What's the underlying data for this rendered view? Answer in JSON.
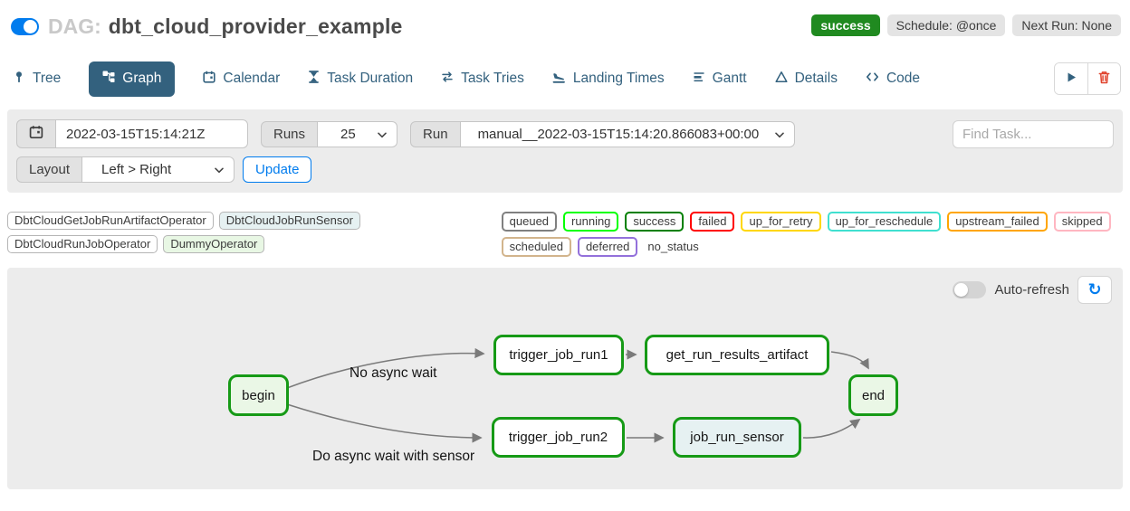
{
  "header": {
    "toggle_state": "on",
    "dag_prefix": "DAG:",
    "dag_title": "dbt_cloud_provider_example",
    "badges": {
      "status": "success",
      "schedule": "Schedule: @once",
      "next_run": "Next Run: None"
    }
  },
  "tabs": [
    {
      "label": "Tree",
      "icon": "tree-pin-icon",
      "active": false
    },
    {
      "label": "Graph",
      "icon": "graph-icon",
      "active": true
    },
    {
      "label": "Calendar",
      "icon": "calendar-icon",
      "active": false
    },
    {
      "label": "Task Duration",
      "icon": "hourglass-icon",
      "active": false
    },
    {
      "label": "Task Tries",
      "icon": "repeat-icon",
      "active": false
    },
    {
      "label": "Landing Times",
      "icon": "plane-landing-icon",
      "active": false
    },
    {
      "label": "Gantt",
      "icon": "gantt-bars-icon",
      "active": false
    },
    {
      "label": "Details",
      "icon": "triangle-icon",
      "active": false
    },
    {
      "label": "Code",
      "icon": "code-brackets-icon",
      "active": false
    }
  ],
  "toolbar": {
    "play_icon": "play-icon",
    "delete_icon": "trash-icon"
  },
  "filter_bar": {
    "date_value": "2022-03-15T15:14:21Z",
    "runs_label": "Runs",
    "runs_value": "25",
    "run_label": "Run",
    "run_value": "manual__2022-03-15T15:14:20.866083+00:00",
    "find_task_placeholder": "Find Task...",
    "layout_label": "Layout",
    "layout_value": "Left > Right",
    "update_label": "Update"
  },
  "legend": {
    "operators": [
      {
        "label": "DbtCloudGetJobRunArtifactOperator",
        "fill": "#ffffff"
      },
      {
        "label": "DbtCloudJobRunSensor",
        "fill": "#e6f1f2"
      },
      {
        "label": "DbtCloudRunJobOperator",
        "fill": "#ffffff"
      },
      {
        "label": "DummyOperator",
        "fill": "#e8f7e4"
      }
    ],
    "states": [
      {
        "label": "queued",
        "border": "#808080"
      },
      {
        "label": "running",
        "border": "#00ff00"
      },
      {
        "label": "success",
        "border": "#008000"
      },
      {
        "label": "failed",
        "border": "#ff0000"
      },
      {
        "label": "up_for_retry",
        "border": "#ffd700"
      },
      {
        "label": "up_for_reschedule",
        "border": "#40e0d0"
      },
      {
        "label": "upstream_failed",
        "border": "#ffa500"
      },
      {
        "label": "skipped",
        "border": "#ffb6c1"
      },
      {
        "label": "scheduled",
        "border": "#d2b48c"
      },
      {
        "label": "deferred",
        "border": "#9370db"
      },
      {
        "label": "no_status",
        "border": "none"
      }
    ]
  },
  "graph_panel": {
    "auto_refresh_label": "Auto-refresh",
    "refresh_icon": "↻",
    "node_border_color": "#169a16",
    "edge_color": "#7a7a7a",
    "nodes": [
      {
        "label": "begin",
        "fill": "#eaf7e6"
      },
      {
        "label": "trigger_job_run1",
        "fill": "#ffffff"
      },
      {
        "label": "get_run_results_artifact",
        "fill": "#ffffff"
      },
      {
        "label": "end",
        "fill": "#eaf7e6"
      },
      {
        "label": "trigger_job_run2",
        "fill": "#ffffff"
      },
      {
        "label": "job_run_sensor",
        "fill": "#e6f1f2"
      }
    ],
    "edges": [
      "begin -> trigger_job_run1",
      "begin -> trigger_job_run2",
      "trigger_job_run1 -> get_run_results_artifact",
      "get_run_results_artifact -> end",
      "trigger_job_run2 -> job_run_sensor",
      "job_run_sensor -> end"
    ],
    "edge_labels": {
      "top": "No async wait",
      "bottom": "Do async wait with sensor"
    }
  },
  "colors": {
    "accent_blue": "#017cee",
    "tab_blue": "#33617e",
    "panel_gray": "#ececec",
    "success_green": "#208a20",
    "delete_red": "#e0432d"
  }
}
